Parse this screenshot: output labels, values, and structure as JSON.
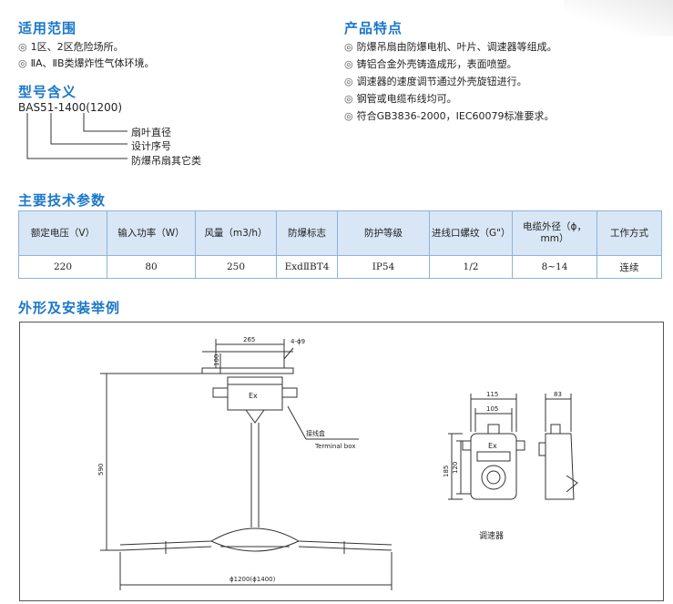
{
  "scope": {
    "title": "适用范围",
    "items": [
      "1区、2区危险场所。",
      "ⅡA、ⅡB类爆炸性气体环境。"
    ]
  },
  "model": {
    "title": "型号含义",
    "code": "BAS51-1400(1200)",
    "labels": [
      "扇叶直径",
      "设计序号",
      "防爆吊扇其它类"
    ]
  },
  "features": {
    "title": "产品特点",
    "items": [
      "防爆吊扇由防爆电机、叶片、调速器等组成。",
      "铸铝合金外壳铸造成形，表面喷塑。",
      "调速器的速度调节通过外壳旋钮进行。",
      "钢管或电缆布线均可。",
      "符合GB3836-2000，IEC60079标准要求。"
    ]
  },
  "specs": {
    "title": "主要技术参数",
    "headers": [
      "额定电压（V）",
      "输入功率（W）",
      "风量（m3/h）",
      "防爆标志",
      "防护等级",
      "进线口螺纹（G\"）",
      "电缆外径（ϕ，mm）",
      "工作方式"
    ],
    "row": [
      "220",
      "80",
      "250",
      "ExdⅡBT4",
      "IP54",
      "1/2",
      "8~14",
      "连续"
    ]
  },
  "install": {
    "title": "外形及安装举例",
    "dims": {
      "d265": "265",
      "holes": "4-ϕ9",
      "d100": "100",
      "d590": "590",
      "dia": "ϕ1200(ϕ1400)",
      "c115": "115",
      "c105": "105",
      "c185": "185",
      "c120": "120",
      "c83": "83"
    },
    "ex_fan": "Ex",
    "ex_ctrl": "Ex",
    "junction_cn": "接线盒",
    "junction_en": "Terminal box",
    "controller_label": "调速器"
  }
}
